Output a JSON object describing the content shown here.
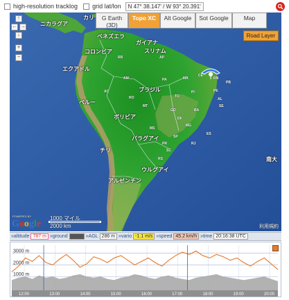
{
  "toolbar": {
    "hires_label": "high-resolution tracklog",
    "grid_label": "grid lat/lon",
    "coords": "N 47° 38.147' / W 93° 20.391'"
  },
  "map": {
    "tabs": [
      {
        "label": "G Earth (3D)",
        "active": false
      },
      {
        "label": "Topo XC",
        "active": true
      },
      {
        "label": "Alt Google",
        "active": false
      },
      {
        "label": "Sot Google",
        "active": false
      },
      {
        "label": "Map",
        "active": false
      }
    ],
    "road_layer": "Road Layer",
    "labels": {
      "caribbean": "カリ",
      "nicaragua": "ニカラグア",
      "venezuela": "ベネズエラ",
      "guyana": "ガイアナ",
      "suriname": "スリナム",
      "colombia": "コロンビア",
      "ecuador": "エクアドル",
      "peru": "ペルー",
      "brazil": "ブラジル",
      "bolivia": "ボリビア",
      "paraguay": "パラグアイ",
      "chile": "チリ",
      "uruguay": "ウルグアイ",
      "argentina": "アルゼンチン",
      "south": "南大"
    },
    "states": [
      "AP",
      "RR",
      "AM",
      "PA",
      "MA",
      "CE",
      "RN",
      "PB",
      "PE",
      "AL",
      "SE",
      "BA",
      "AC",
      "RO",
      "TO",
      "PI",
      "MT",
      "GO",
      "DF",
      "MG",
      "MS",
      "ES",
      "SP",
      "RJ",
      "PR",
      "SC",
      "RS"
    ],
    "powered_by": "POWERED BY",
    "logo": "Google",
    "scale_top": "1000 マイル",
    "scale_bottom": "2000 km",
    "terms": "利用規約"
  },
  "status": {
    "altitude_label": "»altitude",
    "altitude_value": "787 m",
    "ground_label": "»ground",
    "ground_value": "",
    "agl_label": "»AGL",
    "agl_value": "286 m",
    "vario_label": "»vario",
    "vario_value": "-1.1 m/s",
    "speed_label": "»speed",
    "speed_value": "45.2 km/h",
    "time_label": "»time",
    "time_value": "20:16:38 UTC"
  },
  "colors": {
    "accent_orange": "#f0a236",
    "ocean": "#2f5ea6",
    "land": "#1e9a24",
    "altitude_line": "#e8772a",
    "ground_fill": "#aaaaaa"
  },
  "chart_data": {
    "type": "area",
    "y_tick_labels": [
      "3000 m",
      "2000 m",
      "1000 m"
    ],
    "x_tick_labels": [
      "12:00",
      "13:00",
      "14:00",
      "15:00",
      "16:00",
      "17:00",
      "18:00",
      "19:00",
      "20:00"
    ],
    "ylim": [
      0,
      3700
    ],
    "series": [
      {
        "values": [
          1400,
          1900,
          2600,
          2300,
          2800,
          2200,
          2000,
          2500,
          2900,
          2400,
          1800,
          2100,
          2700,
          2500,
          2200,
          2600,
          2800,
          2400,
          2000,
          2300,
          2600,
          2200,
          1900,
          2400,
          2800,
          3100,
          2900,
          3200,
          2800,
          2600,
          2900,
          2700,
          2400,
          2600,
          2200,
          1900,
          2300,
          2600,
          2100,
          1600
        ]
      },
      {
        "values": [
          700,
          900,
          1000,
          800,
          1100,
          900,
          1000,
          800,
          900,
          1100,
          1200,
          1000,
          900,
          1000,
          800,
          700,
          900,
          1000,
          1200,
          1100,
          900,
          800,
          1000,
          1100,
          900,
          800,
          700,
          900,
          1000,
          1100,
          1200,
          1000,
          900,
          800,
          700,
          800,
          900,
          1000,
          800,
          600
        ]
      }
    ]
  }
}
